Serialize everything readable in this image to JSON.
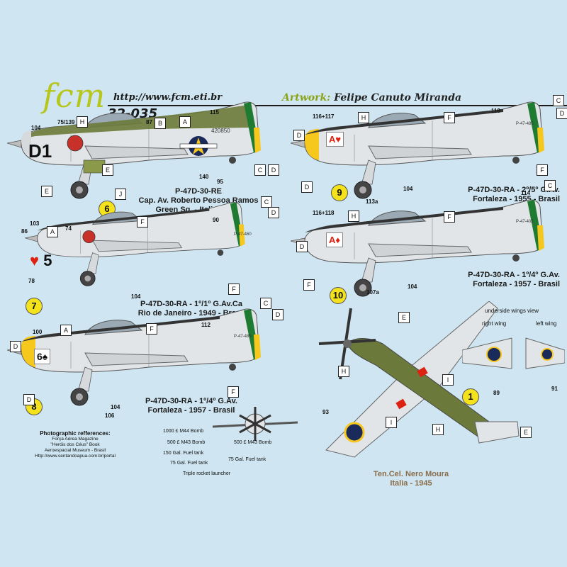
{
  "header": {
    "logo": "fcm",
    "code": "32-035",
    "url": "http://www.fcm.eti.br",
    "artwork_label": "Artwork:",
    "artwork_name": "Felipe Canuto Miranda"
  },
  "profiles": [
    {
      "number": "6",
      "caption": [
        "P-47D-30-RE",
        "Cap. Av. Roberto Pessoa Ramos",
        "Green Sq. - Italia - 1945"
      ],
      "code": "D1",
      "serial": "420850"
    },
    {
      "number": "7",
      "caption": [
        "P-47D-30-RA - 1º/1º G.Av.Ca",
        "Rio de Janeiro - 1949 - Brasil"
      ],
      "code": "5"
    },
    {
      "number": "8",
      "caption": [
        "P-47D-30-RA - 1º/4º G.Av.",
        "Fortaleza - 1957 - Brasil"
      ],
      "code": "6"
    },
    {
      "number": "9",
      "caption": [
        "P-47D-30-RA - 2º/5º G.Av.",
        "Fortaleza - 1955 - Brasil"
      ],
      "code": "A"
    },
    {
      "number": "10",
      "caption": [
        "P-47D-30-RA - 1º/4º G.Av.",
        "Fortaleza - 1957 - Brasil"
      ],
      "code": "A"
    },
    {
      "number": "1",
      "caption": [
        "Ten.Cel. Nero Moura",
        "Italia - 1945"
      ]
    }
  ],
  "tail_serials": [
    "P-47-485",
    "P-47-460",
    "P-47-485",
    "P-47-402"
  ],
  "refs": {
    "p6": [
      "104",
      "75/139",
      "87",
      "115",
      "140",
      "95"
    ],
    "p7": [
      "103",
      "86",
      "78",
      "74",
      "90",
      "104"
    ],
    "p8": [
      "100",
      "112",
      "104",
      "106"
    ],
    "p9": [
      "116+117",
      "119",
      "104",
      "113a"
    ],
    "p10": [
      "116+118",
      "114",
      "104",
      "107a"
    ],
    "p1": [
      "93",
      "89",
      "91"
    ]
  },
  "letters": {
    "p6": [
      "A",
      "H",
      "B",
      "E",
      "E",
      "J",
      "C",
      "D"
    ],
    "p7": [
      "A",
      "F",
      "C",
      "D",
      "F"
    ],
    "p8": [
      "A",
      "F",
      "C",
      "D",
      "D",
      "D",
      "F"
    ],
    "p9": [
      "H",
      "F",
      "C",
      "D",
      "D",
      "D",
      "F"
    ],
    "p10": [
      "H",
      "F",
      "C",
      "D",
      "F"
    ],
    "p1": [
      "E",
      "H",
      "I",
      "I",
      "H",
      "E"
    ]
  },
  "underside": {
    "title": "underside wings view",
    "right": "right wing",
    "left": "left wing"
  },
  "weapons": [
    "1000 £ M44 Bomb",
    "500 £ M43 Bomb",
    "500 £ M43 Bomb",
    "150 Gal. Fuel tank",
    "75 Gal. Fuel tank",
    "75 Gal. Fuel tank",
    "Triple rocket launcher"
  ],
  "photo_refs": {
    "title": "Photographic refferences:",
    "lines": [
      "Força Aérea Magazine",
      "\"Heróis dos Céus\" Book",
      "Aeroespacial Museum - Brasil",
      "Http://www.sentandoapua.com.br/portal"
    ]
  },
  "colors": {
    "background": "#cfe6f2",
    "green": "#1f7a32",
    "yellow": "#f6c81e",
    "olive": "#6b7a3a",
    "aluminium": "#dfe3e6"
  }
}
